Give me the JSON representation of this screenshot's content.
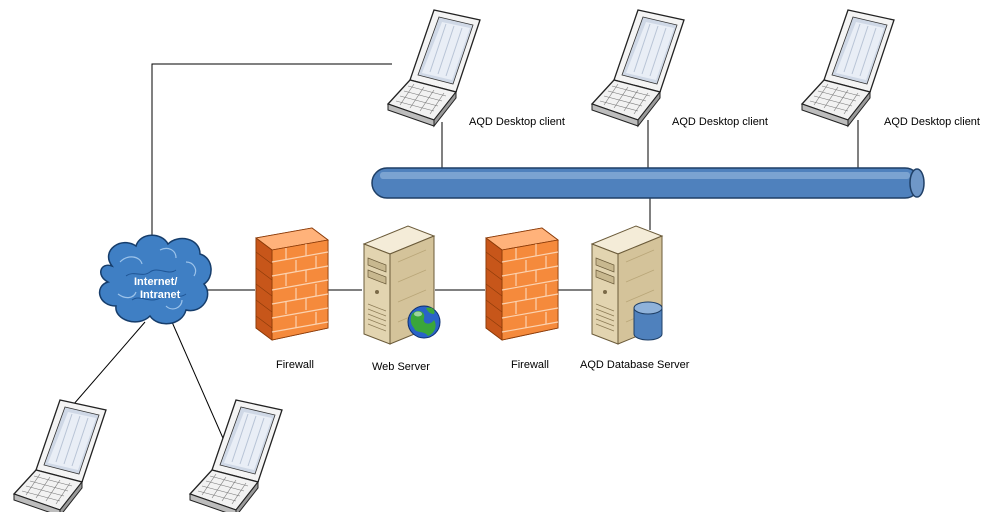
{
  "labels": {
    "client_1": "AQD Desktop client",
    "client_2": "AQD Desktop client",
    "client_3": "AQD Desktop client",
    "cloud_line1": "Internet/",
    "cloud_line2": "Intranet",
    "firewall_1": "Firewall",
    "web_server": "Web Server",
    "firewall_2": "Firewall",
    "db_server": "AQD Database Server"
  },
  "colors": {
    "bus_fill": "#4f81bd",
    "bus_stroke": "#1f3f66",
    "cloud_fill": "#3f7fc4",
    "firewall_brick": "#f07d2a",
    "server_body": "#e8dcc0",
    "line": "#000000"
  },
  "icons": [
    "laptop-icon",
    "cloud-icon",
    "firewall-icon",
    "server-icon",
    "globe-icon",
    "database-icon"
  ]
}
